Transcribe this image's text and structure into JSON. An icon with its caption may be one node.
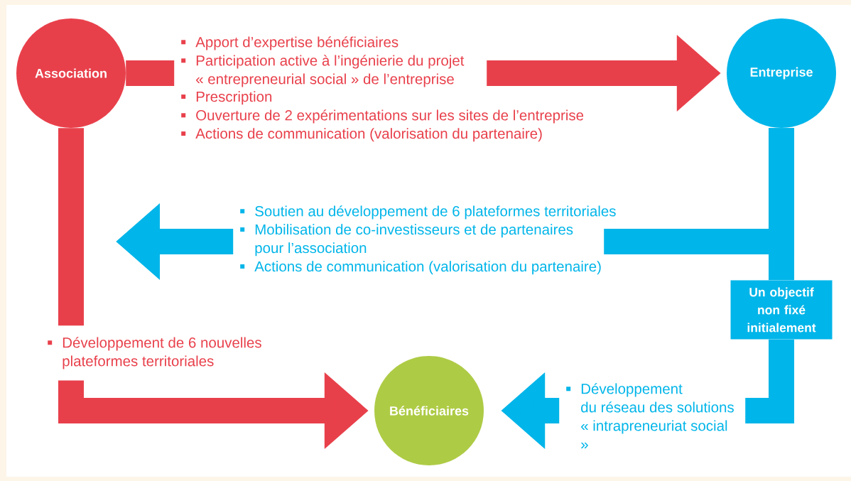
{
  "diagram": {
    "nodes": [
      {
        "text": [
          "Association"
        ]
      },
      {
        "text": [
          "Entreprise"
        ]
      },
      {
        "text": [
          "Bénéficiaires"
        ]
      },
      {
        "text": [
          "Un objectif non fixé initialement"
        ]
      }
    ],
    "edges": [
      {
        "from": 0,
        "to": 1,
        "arrow": "to",
        "color": "#e8404b"
      },
      {
        "from": 1,
        "to": null,
        "arrow": "to",
        "color": "#00b5e9"
      },
      {
        "from": 1,
        "to": 3,
        "arrow": "none",
        "color": "#00b5e9"
      },
      {
        "from": 0,
        "to": 2,
        "arrow": "to",
        "color": "#e8404b"
      },
      {
        "from": 3,
        "to": 2,
        "arrow": "to",
        "color": "#00b5e9"
      }
    ],
    "labels": [
      "Apport d’expertise bénéficiaires",
      "Participation active à l’ingénierie du projet « entrepreneurial social » de l’entreprise",
      "Prescription",
      "Ouverture de 2 expérimentations sur les sites de l’entreprise",
      "Actions de communication (valorisation du partenaire)",
      "Soutien au développement de 6 plateformes territoriales",
      "Mobilisation de co-investisseurs et de partenaires pour l’association",
      "Actions de communication (valorisation du partenaire)",
      "Développement de 6 nouvelles plateformes territoriales",
      "Développement du réseau des solutions « intrapreneuriat social »"
    ]
  }
}
